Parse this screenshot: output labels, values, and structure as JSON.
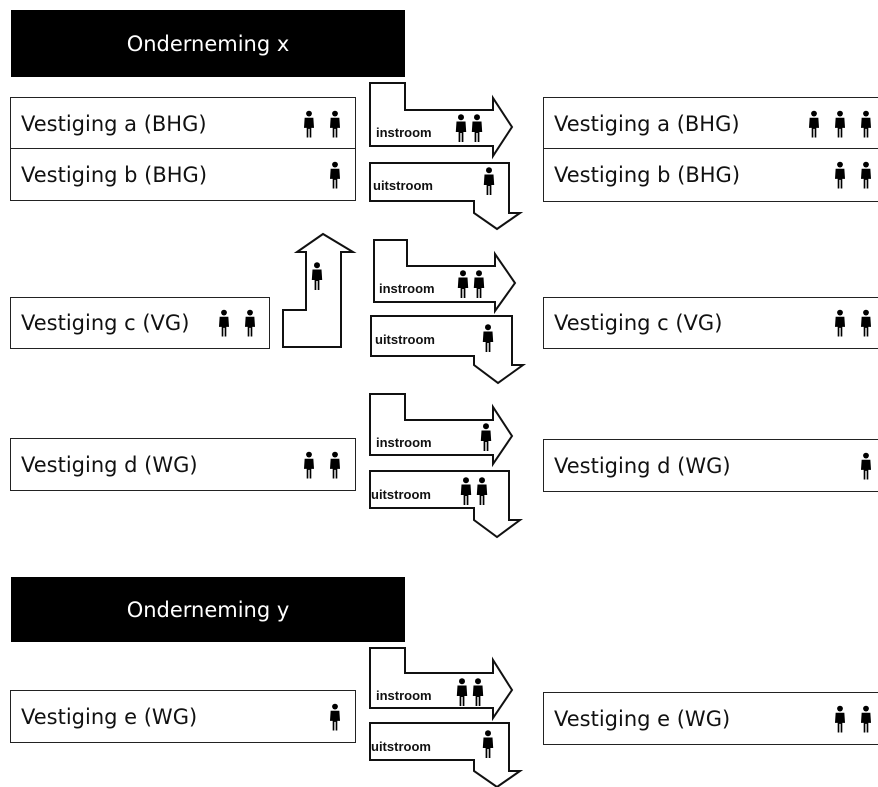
{
  "onderneming_x": {
    "title": "Onderneming x",
    "left": [
      {
        "label": "Vestiging a (BHG)",
        "count": 2
      },
      {
        "label": "Vestiging b (BHG)",
        "count": 1
      },
      {
        "label": "Vestiging c (VG)",
        "count": 2
      },
      {
        "label": "Vestiging d (WG)",
        "count": 2
      }
    ],
    "right": [
      {
        "label": "Vestiging a (BHG)",
        "count": 3
      },
      {
        "label": "Vestiging b (BHG)",
        "count": 2
      },
      {
        "label": "Vestiging c (VG)",
        "count": 2
      },
      {
        "label": "Vestiging d (WG)",
        "count": 1
      }
    ],
    "flows": [
      {
        "in_label": "instroom",
        "in_count": 2,
        "out_label": "uitstroom",
        "out_count": 1
      },
      {
        "in_label": "instroom",
        "in_count": 2,
        "out_label": "uitstroom",
        "out_count": 1
      },
      {
        "in_label": "instroom",
        "in_count": 1,
        "out_label": "uitstroom",
        "out_count": 2
      }
    ],
    "c_up_count": 1
  },
  "onderneming_y": {
    "title": "Onderneming y",
    "left": [
      {
        "label": "Vestiging e (WG)",
        "count": 1
      }
    ],
    "right": [
      {
        "label": "Vestiging e (WG)",
        "count": 2
      }
    ],
    "flows": [
      {
        "in_label": "instroom",
        "in_count": 2,
        "out_label": "uitstroom",
        "out_count": 1
      }
    ]
  },
  "colors": {
    "header_bg": "#000000",
    "header_text": "#ffffff",
    "stroke": "#222222"
  }
}
